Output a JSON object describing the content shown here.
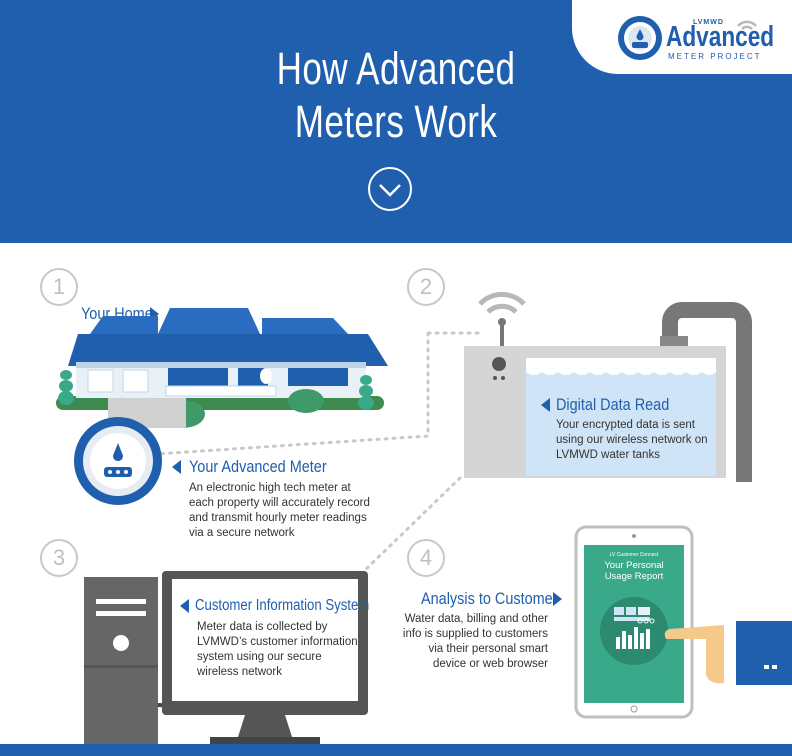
{
  "header": {
    "title_line1": "How Advanced",
    "title_line2": "Meters Work"
  },
  "logo": {
    "org": "LVMWD",
    "name": "Advanced",
    "sub": "METER PROJECT"
  },
  "steps": [
    {
      "number": "1",
      "label": "Your Home"
    },
    {
      "number": "2"
    },
    {
      "number": "3"
    },
    {
      "number": "4"
    }
  ],
  "meter": {
    "heading": "Your Advanced Meter",
    "line1": "An electronic high tech meter at",
    "line2": "each property will accurately record",
    "line3": "and transmit hourly meter readings",
    "line4": "via a secure network"
  },
  "digital": {
    "heading": "Digital Data Read",
    "line1": "Your encrypted data is sent",
    "line2": "using our wireless network on",
    "line3": "LVMWD water tanks"
  },
  "cis": {
    "heading": "Customer Information System",
    "line1": "Meter data is collected by",
    "line2": "LVMWD’s customer information",
    "line3": "system using our secure",
    "line4": "wireless network"
  },
  "analysis": {
    "heading": "Analysis to Customer",
    "line1": "Water data, billing and other",
    "line2": "info is supplied to customers",
    "line3": "via their personal smart",
    "line4": "device or web browser"
  },
  "tablet": {
    "small": "LV Customer Connect",
    "title1": "Your Personal",
    "title2": "Usage Report"
  },
  "colors": {
    "brand_blue": "#1f5fae",
    "tablet_green": "#3aa98a",
    "tank_blue": "#cfe5f7",
    "gray": "#777777"
  }
}
